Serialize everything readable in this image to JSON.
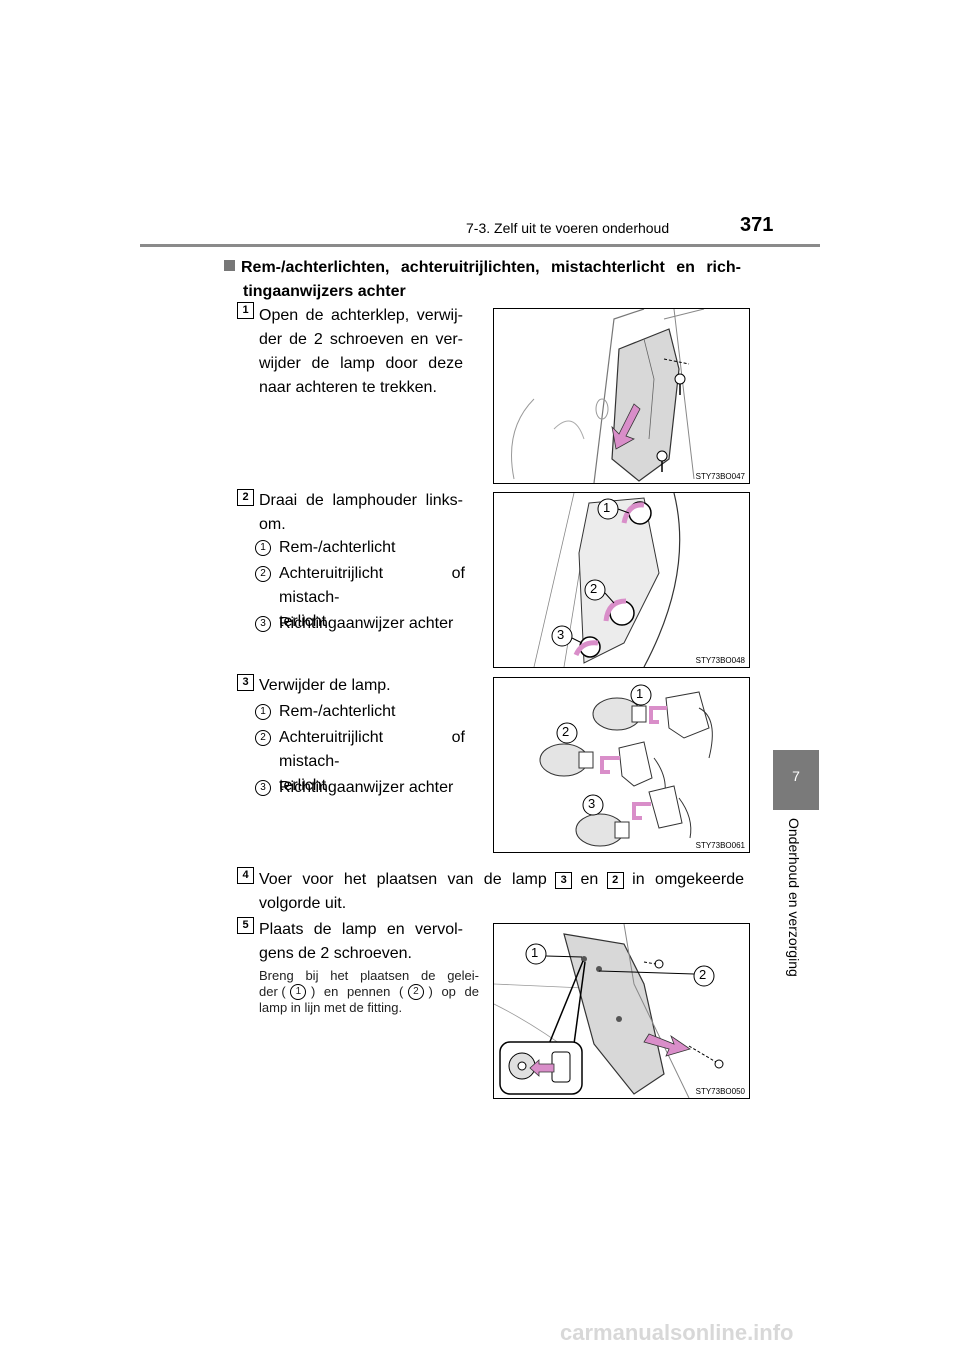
{
  "header": {
    "section": "7-3. Zelf uit te voeren onderhoud",
    "page_number": "371"
  },
  "side_tab": {
    "number": "7",
    "label": "Onderhoud en verzorging"
  },
  "heading": {
    "line1": "Rem-/achterlichten, achteruitrijlichten, mistachterlicht en rich-",
    "line2": "tingaanwijzers achter"
  },
  "steps": [
    {
      "number": "1",
      "lines": [
        "Open de achterklep, verwij-",
        "der de 2 schroeven en ver-",
        "wijder de lamp door deze",
        "naar achteren te trekken."
      ],
      "figure_caption": "STY73BO047"
    },
    {
      "number": "2",
      "lines": [
        "Draai de lamphouder links-",
        "om."
      ],
      "items": [
        {
          "marker": "1",
          "lines": [
            "Rem-/achterlicht"
          ]
        },
        {
          "marker": "2",
          "lines": [
            "Achteruitrijlicht of mistach-",
            "terlicht"
          ]
        },
        {
          "marker": "3",
          "lines": [
            "Richtingaanwijzer achter"
          ]
        }
      ],
      "figure_caption": "STY73BO048",
      "figure_labels": [
        "1",
        "2",
        "3"
      ]
    },
    {
      "number": "3",
      "lines": [
        "Verwijder de lamp."
      ],
      "items": [
        {
          "marker": "1",
          "lines": [
            "Rem-/achterlicht"
          ]
        },
        {
          "marker": "2",
          "lines": [
            "Achteruitrijlicht of mistach-",
            "terlicht"
          ]
        },
        {
          "marker": "3",
          "lines": [
            "Richtingaanwijzer achter"
          ]
        }
      ],
      "figure_caption": "STY73BO061",
      "figure_labels": [
        "1",
        "2",
        "3"
      ]
    },
    {
      "number": "4",
      "text_a": "Voer voor het plaatsen van de lamp",
      "ref_a": "3",
      "text_b": "en",
      "ref_b": "2",
      "text_c": "in omgekeerde",
      "line2": "volgorde uit."
    },
    {
      "number": "5",
      "lines": [
        "Plaats de lamp en vervol-",
        "gens de 2 schroeven."
      ],
      "note": {
        "l1": "Breng bij het plaatsen de gelei-",
        "l2a": "der (",
        "m1": "1",
        "l2b": ") en pennen (",
        "m2": "2",
        "l2c": ") op de",
        "l3": "lamp in lijn met de fitting."
      },
      "figure_caption": "STY73BO050",
      "figure_labels": [
        "1",
        "2"
      ]
    }
  ],
  "colors": {
    "accent_arrow": "#d98ec9",
    "tab_gray": "#7a7a7a",
    "rule_gray": "#8a8a8a"
  },
  "footer": {
    "watermark": "carmanualsonline.info"
  }
}
